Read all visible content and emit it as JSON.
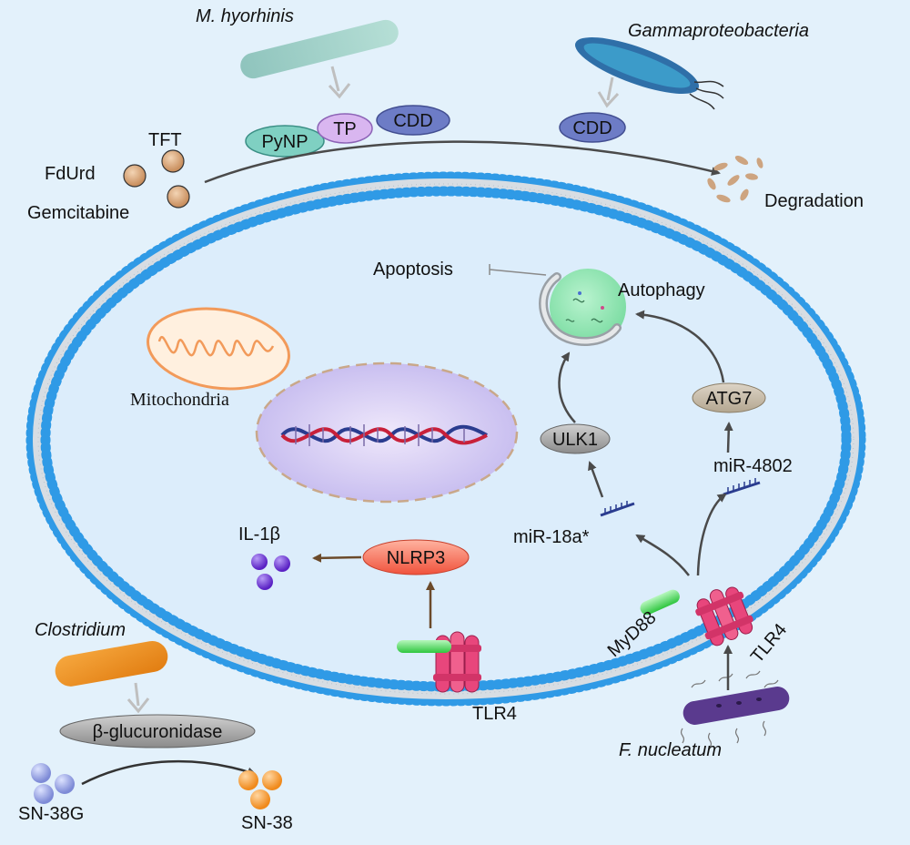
{
  "bacteria": {
    "hyorhinis": "M. hyorhinis",
    "gamma": "Gammaproteobacteria",
    "clostridium": "Clostridium",
    "fusobacterium": "F. nucleatum"
  },
  "enzymes": {
    "pynp": "PyNP",
    "tp": "TP",
    "cdd_left": "CDD",
    "cdd_right": "CDD",
    "glucuronidase": "β-glucuronidase"
  },
  "drugs": {
    "tft": "TFT",
    "fdurd": "FdUrd",
    "gemcitabine": "Gemcitabine",
    "degradation": "Degradation",
    "sn38g": "SN-38G",
    "sn38": "SN-38"
  },
  "cell": {
    "apoptosis": "Apoptosis",
    "autophagy": "Autophagy",
    "mitochondria": "Mitochondria",
    "ulk1": "ULK1",
    "atg7": "ATG7",
    "mir4802": "miR-4802",
    "mir18a": "miR-18a*",
    "il1b": "IL-1β",
    "nlrp3": "NLRP3",
    "myd88": "MyD88",
    "tlr4_right": "TLR4",
    "tlr4_bottom": "TLR4"
  },
  "colors": {
    "background": "#e3f1fb",
    "membrane": "#2f9ae6",
    "arrow": "#4a4a4a",
    "nlrp3_arrow": "#6b4a2a",
    "tlr4": "#e8467c",
    "myd88": "#35d14a"
  }
}
